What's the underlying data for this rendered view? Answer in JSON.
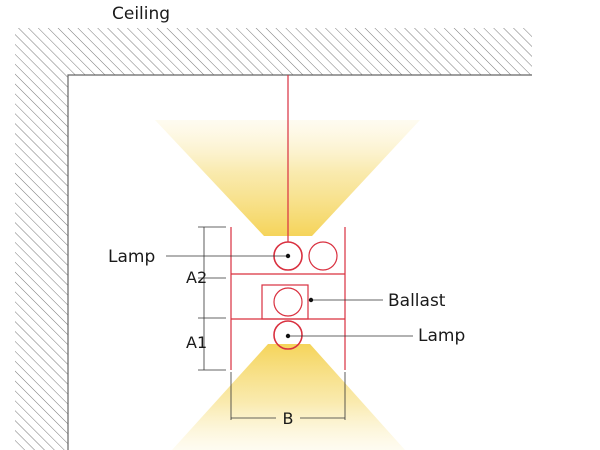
{
  "labels": {
    "ceiling": "Ceiling",
    "lamp_top": "Lamp",
    "ballast": "Ballast",
    "lamp_bottom": "Lamp"
  },
  "dimensions": {
    "a2": "A2",
    "a1": "A1",
    "b": "B"
  },
  "colors": {
    "fixture_line": "#d9303f",
    "light_beam": "#f6d96a",
    "hatch": "#555555",
    "leader": "#333333"
  }
}
